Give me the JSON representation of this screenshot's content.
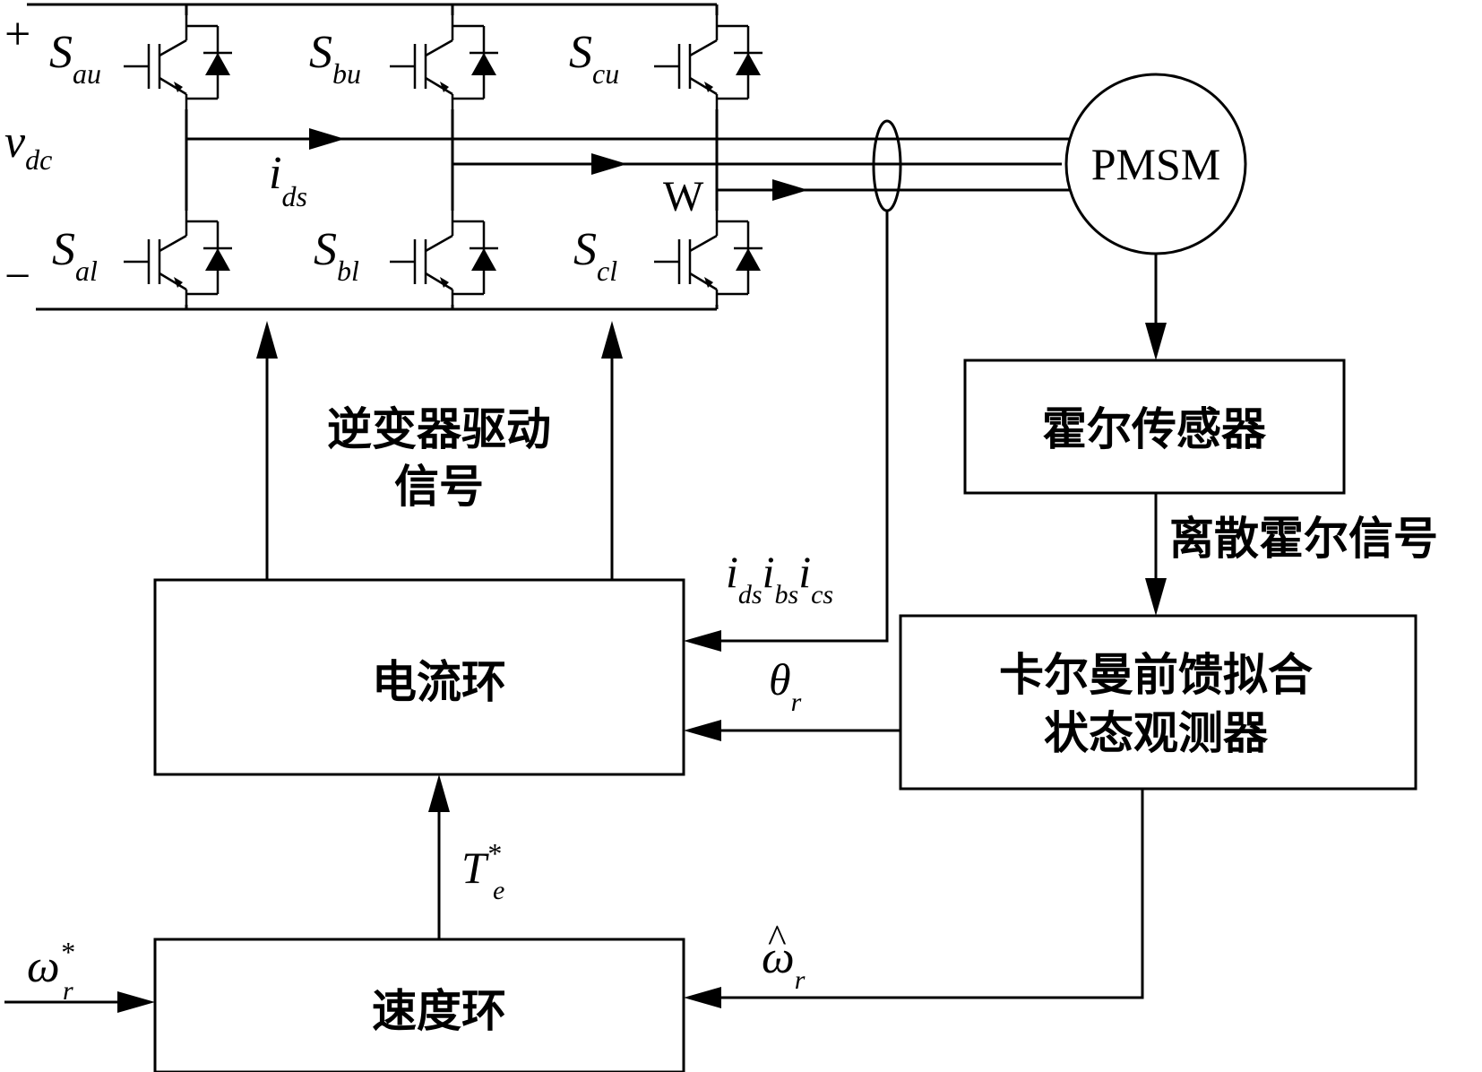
{
  "inverter": {
    "plus": "+",
    "minus": "−",
    "vdc": {
      "main": "v",
      "sub": "dc"
    },
    "switches": [
      {
        "main": "S",
        "sub": "au"
      },
      {
        "main": "S",
        "sub": "bu"
      },
      {
        "main": "S",
        "sub": "cu"
      },
      {
        "main": "S",
        "sub": "al"
      },
      {
        "main": "S",
        "sub": "bl"
      },
      {
        "main": "S",
        "sub": "cl"
      }
    ],
    "phase_current": {
      "main": "i",
      "sub": "ds"
    },
    "phase_w": "W"
  },
  "motor": {
    "label": "PMSM"
  },
  "blocks": {
    "hall_sensor": "霍尔传感器",
    "observer_line1": "卡尔曼前馈拟合",
    "observer_line2": "状态观测器",
    "current_loop": "电流环",
    "speed_loop": "速度环"
  },
  "signals": {
    "drive_line1": "逆变器驱动",
    "drive_line2": "信号",
    "discrete_hall": "离散霍尔信号",
    "currents": [
      {
        "main": "i",
        "sub": "ds"
      },
      {
        "main": "i",
        "sub": "bs"
      },
      {
        "main": "i",
        "sub": "cs"
      }
    ],
    "theta": {
      "main": "θ",
      "sub": "r"
    },
    "torque_ref": {
      "main": "T",
      "sup": "*",
      "sub": "e"
    },
    "omega_ref": {
      "main": "ω",
      "sup": "*",
      "sub": "r"
    },
    "omega_hat": {
      "main": "ω",
      "hat": "^",
      "sub": "r"
    }
  }
}
